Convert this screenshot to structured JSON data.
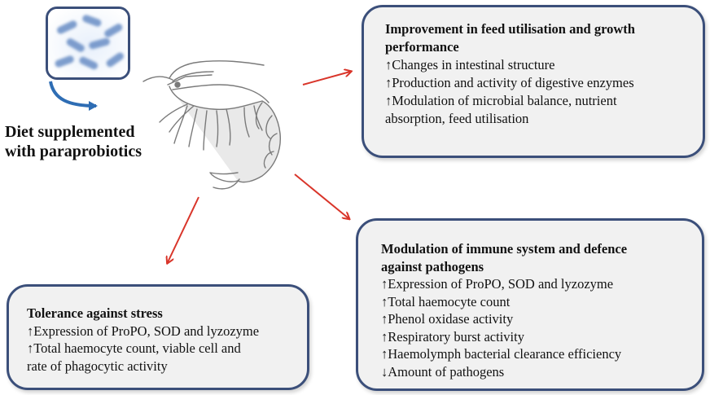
{
  "diet_label": {
    "line1": "Diet supplemented",
    "line2": "with paraprobiotics"
  },
  "boxes": {
    "feed": {
      "title_line1": "Improvement in feed utilisation and growth",
      "title_line2": "performance",
      "items": [
        "↑Changes in intestinal structure",
        "↑Production and activity of digestive enzymes",
        "↑Modulation of microbial balance, nutrient",
        "absorption, feed utilisation"
      ]
    },
    "immune": {
      "title_line1": "Modulation of immune system and defence",
      "title_line2": "against pathogens",
      "items": [
        "↑Expression of ProPO, SOD and lyzozyme",
        "↑Total haemocyte count",
        "↑Phenol oxidase activity",
        "↑Respiratory burst activity",
        "↑Haemolymph bacterial clearance efficiency",
        "↓Amount of pathogens"
      ]
    },
    "stress": {
      "title_line1": "Tolerance against stress",
      "items": [
        "↑Expression of ProPO, SOD and lyzozyme",
        "↑Total haemocyte count, viable cell and",
        "rate of phagocytic activity"
      ]
    }
  },
  "colors": {
    "box_border": "#3b4f7a",
    "box_fill": "#f1f1f1",
    "red_arrow": "#d9352a",
    "blue_arrow": "#2e6db4",
    "bacteria": "#6f93c8"
  }
}
